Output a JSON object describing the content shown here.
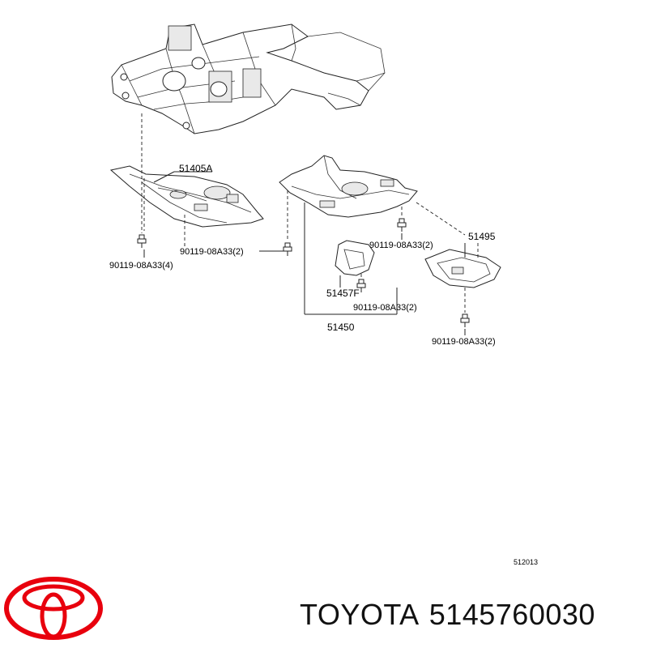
{
  "diagram": {
    "callouts": {
      "part_51405A": "51405A",
      "bolt_left_4": "90119-08A33(4)",
      "bolt_left_2": "90119-08A33(2)",
      "bolt_mid_2": "90119-08A33(2)",
      "part_51495": "51495",
      "part_51457F": "51457F",
      "bolt_center_2": "90119-08A33(2)",
      "part_51450": "51450",
      "bolt_right_2": "90119-08A33(2)"
    },
    "figure_ref": "512013"
  },
  "branding": {
    "logo_icon": "toyota-emblem-icon",
    "brand": "TOYOTA",
    "part_number": "5145760030",
    "logo_color": "#e8000d"
  }
}
